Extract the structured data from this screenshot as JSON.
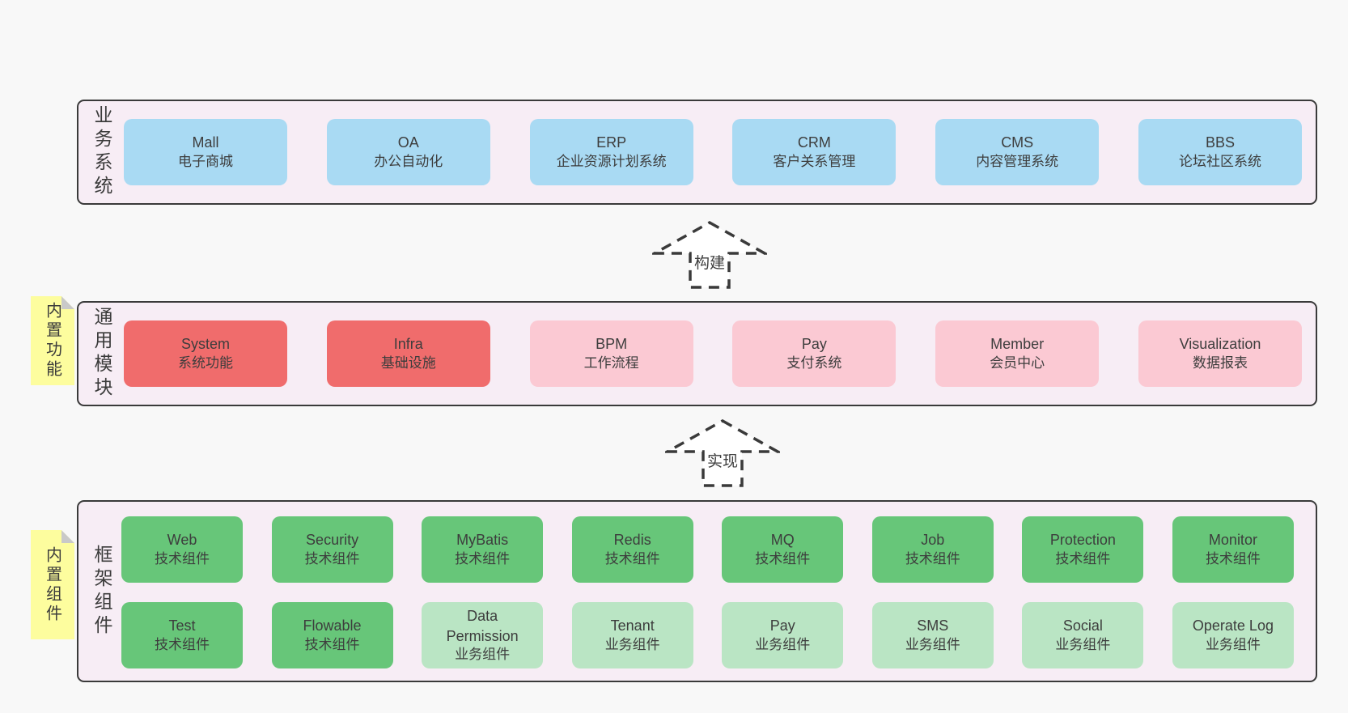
{
  "palette": {
    "page_background": "#f8f8f8",
    "layer_background": "#f7edf5",
    "layer_border": "#3a3a3a",
    "business_box": "#a9daf3",
    "core_module_box": "#f06c6c",
    "optional_module_box": "#fbc9d3",
    "tech_component_box": "#67c679",
    "biz_component_box": "#bae5c4",
    "sticky_note": "#fdfd9e",
    "sticky_fold": "#c9c9c9",
    "text": "#3d3d3d"
  },
  "arrows": [
    {
      "label": "构建"
    },
    {
      "label": "实现"
    }
  ],
  "sections": [
    {
      "label": "业务系统",
      "boxes": [
        {
          "en": "Mall",
          "zh": "电子商城"
        },
        {
          "en": "OA",
          "zh": "办公自动化"
        },
        {
          "en": "ERP",
          "zh": "企业资源计划系统"
        },
        {
          "en": "CRM",
          "zh": "客户关系管理"
        },
        {
          "en": "CMS",
          "zh": "内容管理系统"
        },
        {
          "en": "BBS",
          "zh": "论坛社区系统"
        }
      ]
    },
    {
      "label": "通用模块",
      "sticky": "内置功能",
      "boxes": [
        {
          "en": "System",
          "zh": "系统功能"
        },
        {
          "en": "Infra",
          "zh": "基础设施"
        },
        {
          "en": "BPM",
          "zh": "工作流程"
        },
        {
          "en": "Pay",
          "zh": "支付系统"
        },
        {
          "en": "Member",
          "zh": "会员中心"
        },
        {
          "en": "Visualization",
          "zh": "数据报表"
        }
      ]
    },
    {
      "label": "框架组件",
      "sticky": "内置组件",
      "row_a": [
        {
          "en": "Web",
          "zh": "技术组件"
        },
        {
          "en": "Security",
          "zh": "技术组件"
        },
        {
          "en": "MyBatis",
          "zh": "技术组件"
        },
        {
          "en": "Redis",
          "zh": "技术组件"
        },
        {
          "en": "MQ",
          "zh": "技术组件"
        },
        {
          "en": "Job",
          "zh": "技术组件"
        },
        {
          "en": "Protection",
          "zh": "技术组件"
        },
        {
          "en": "Monitor",
          "zh": "技术组件"
        }
      ],
      "row_b": [
        {
          "en": "Test",
          "zh": "技术组件"
        },
        {
          "en": "Flowable",
          "zh": "技术组件"
        },
        {
          "en": "Data\nPermission",
          "zh": "业务组件"
        },
        {
          "en": "Tenant",
          "zh": "业务组件"
        },
        {
          "en": "Pay",
          "zh": "业务组件"
        },
        {
          "en": "SMS",
          "zh": "业务组件"
        },
        {
          "en": "Social",
          "zh": "业务组件"
        },
        {
          "en": "Operate Log",
          "zh": "业务组件"
        }
      ]
    }
  ]
}
